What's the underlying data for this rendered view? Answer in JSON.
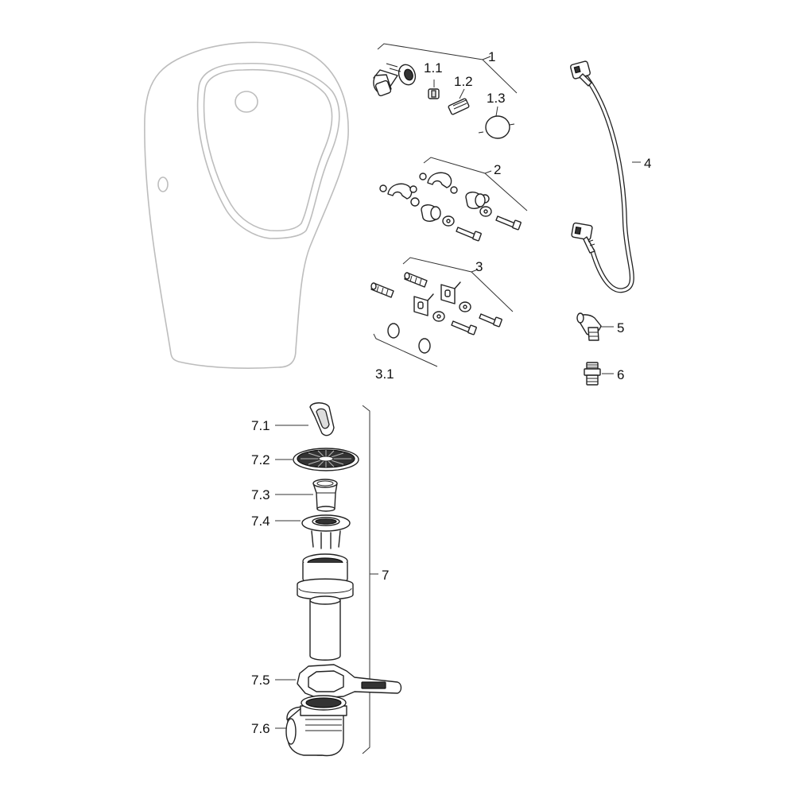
{
  "labels": {
    "p1": "1",
    "p1_1": "1.1",
    "p1_2": "1.2",
    "p1_3": "1.3",
    "p2": "2",
    "p3": "3",
    "p3_1": "3.1",
    "p4": "4",
    "p5": "5",
    "p6": "6",
    "p7": "7",
    "p7_1": "7.1",
    "p7_2": "7.2",
    "p7_3": "7.3",
    "p7_4": "7.4",
    "p7_5": "7.5",
    "p7_6": "7.6"
  }
}
